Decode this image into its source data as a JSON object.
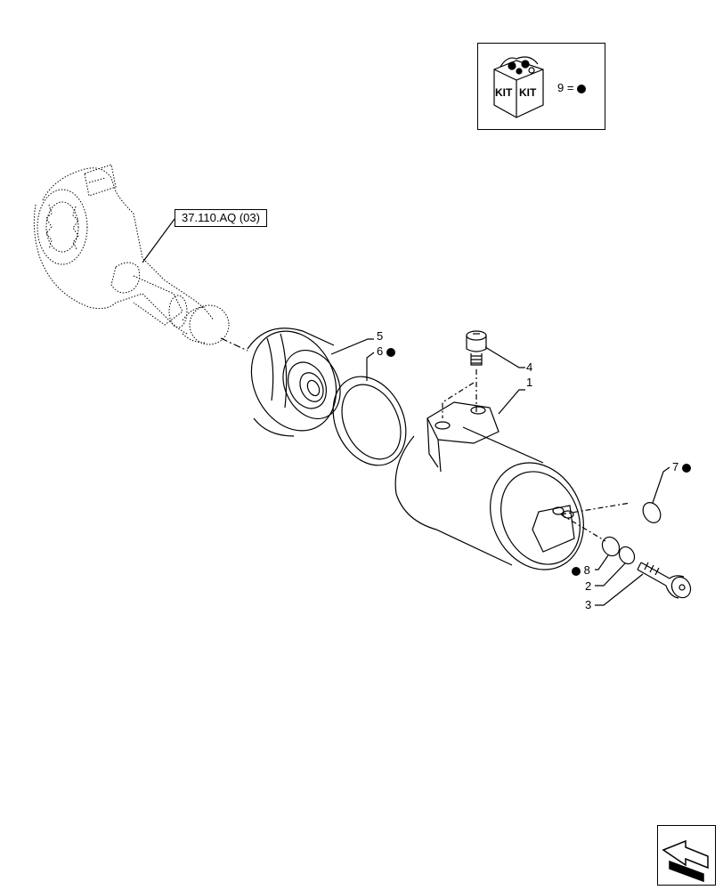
{
  "reference": {
    "label": "37.110.AQ (03)"
  },
  "kit": {
    "text_left": "KIT",
    "text_right": "KIT",
    "legend_number": "9",
    "legend_eq": "="
  },
  "callouts": [
    {
      "id": "1",
      "text": "1"
    },
    {
      "id": "2",
      "text": "2"
    },
    {
      "id": "3",
      "text": "3"
    },
    {
      "id": "4",
      "text": "4"
    },
    {
      "id": "5",
      "text": "5"
    },
    {
      "id": "6",
      "text": "6"
    },
    {
      "id": "7",
      "text": "7"
    },
    {
      "id": "8",
      "text": "8"
    }
  ],
  "kit_marker": {
    "shape": "filled-circle",
    "color": "#000000"
  },
  "kit_marked_items": [
    "6",
    "7",
    "8"
  ]
}
